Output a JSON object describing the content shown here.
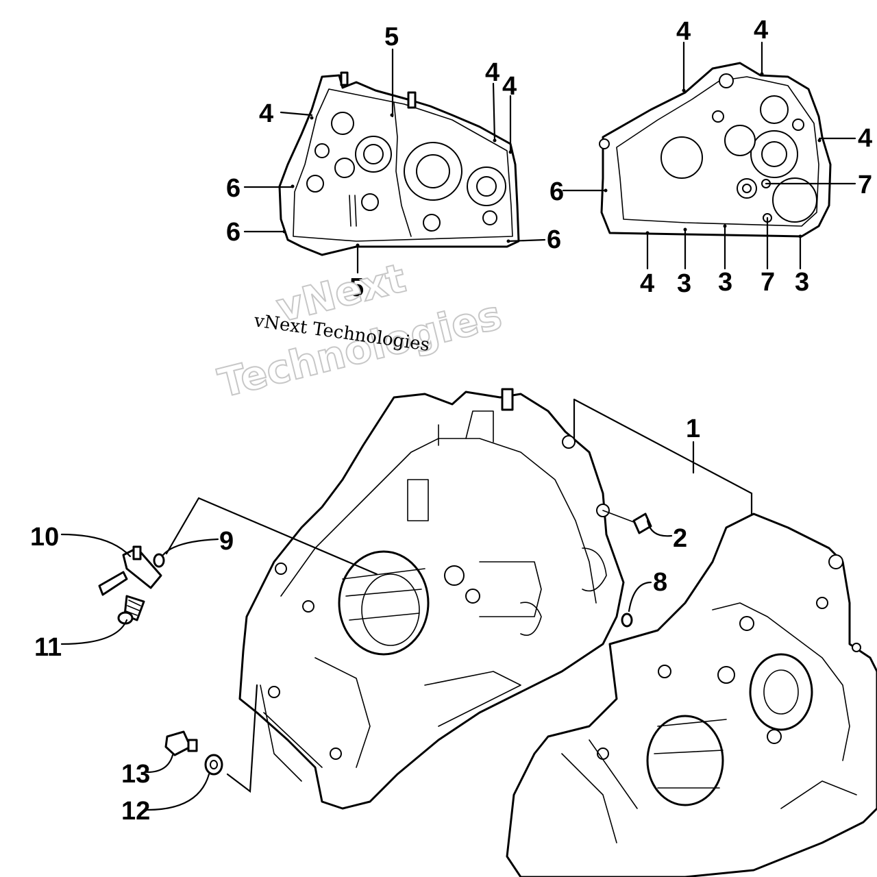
{
  "watermark": {
    "small_text": "vNext Technologies",
    "outline_line1": "vNext",
    "outline_line2": "Technologies"
  },
  "callouts": {
    "topleft_5_top": "5",
    "topleft_4_left": "4",
    "topleft_4_right_a": "4",
    "topleft_4_right_b": "4",
    "topleft_6_upper": "6",
    "topleft_6_lower": "6",
    "topleft_6_right": "6",
    "topleft_5_bottom": "5",
    "topright_4_top_a": "4",
    "topright_4_top_b": "4",
    "topright_4_right": "4",
    "topright_6_left": "6",
    "topright_7_right": "7",
    "topright_4_bottom": "4",
    "topright_3_a": "3",
    "topright_3_b": "3",
    "topright_7_bottom": "7",
    "topright_3_c": "3",
    "main_1": "1",
    "main_2": "2",
    "main_8": "8",
    "main_9": "9",
    "main_10": "10",
    "main_11": "11",
    "main_12": "12",
    "main_13": "13"
  },
  "colors": {
    "line": "#000000",
    "background": "#ffffff",
    "watermark_outline": "#c7c7c7"
  }
}
